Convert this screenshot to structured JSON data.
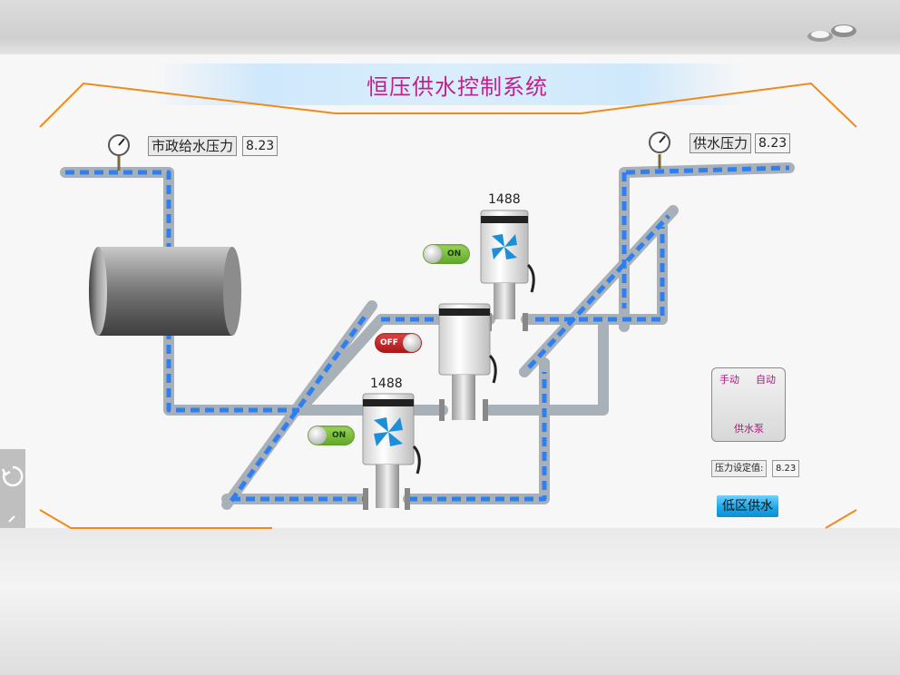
{
  "title": "恒压供水控制系统",
  "gauges": {
    "municipal": {
      "label": "市政给水压力",
      "value": "8.23"
    },
    "supply": {
      "label": "供水压力",
      "value": "8.23"
    }
  },
  "pumps": [
    {
      "id": "1488",
      "state": "ON"
    },
    {
      "id": "",
      "state": "OFF"
    },
    {
      "id": "1488",
      "state": "ON"
    }
  ],
  "mode_switch": {
    "manual": "手动",
    "auto": "自动",
    "name": "供水泵"
  },
  "pressure_setpoint": {
    "label": "压力设定值:",
    "value": "8.23"
  },
  "zone_button": "低区供水",
  "colors": {
    "title": "#c0228c",
    "frame": "#f08a1a",
    "pipe": "#a8b0b8",
    "flow": "#2f7ff0",
    "on": "#6fb63a",
    "off": "#c62323"
  }
}
